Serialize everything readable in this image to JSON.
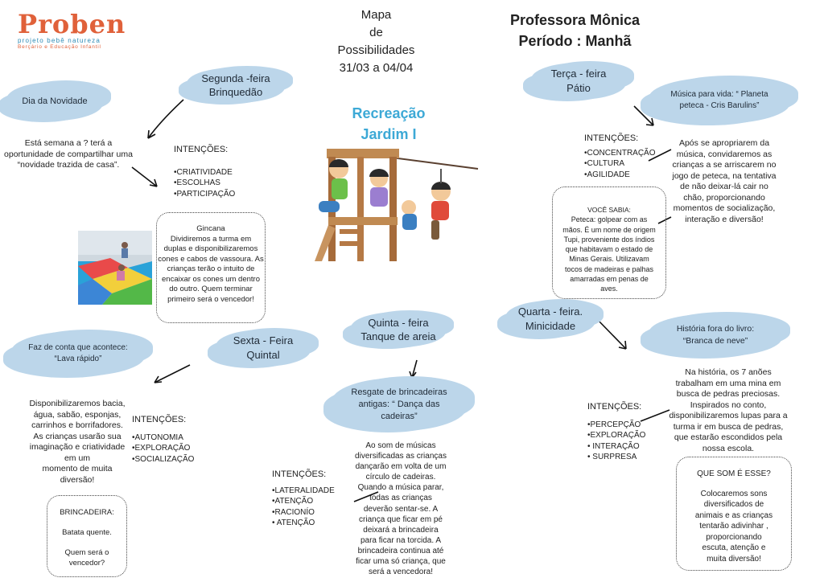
{
  "logo": {
    "name": "Proben",
    "line1": "projeto bebê natureza",
    "line2": "Berçário e Educação Infantil"
  },
  "map_title": [
    "Mapa",
    "de",
    "Possibilidades",
    "31/03 a 04/04"
  ],
  "teacher": "Professora Mônica",
  "period": "Período : Manhã",
  "center_title": [
    "Recreação",
    "Jardim I"
  ],
  "monday": {
    "day": [
      "Segunda -feira",
      "Brinquedão"
    ],
    "cloud": "Dia da Novidade",
    "text": [
      "Está semana a ?  terá a",
      "oportunidade de compartilhar uma",
      "“novidade trazida de casa”."
    ],
    "intent_title": "INTENÇÕES:",
    "intents": [
      "•CRIATIVIDADE",
      "•ESCOLHAS",
      "•PARTICIPAÇÃO"
    ],
    "box": {
      "title": "Gincana",
      "text": [
        "Dividiremos a turma em",
        "duplas e disponibilizaremos",
        "cones e cabos de vassoura. As",
        "crianças terão o intuito de",
        "encaixar os cones um dentro",
        "do outro. Quem terminar",
        "primeiro será o vencedor!"
      ]
    }
  },
  "tuesday": {
    "day": [
      "Terça - feira",
      "Pátio"
    ],
    "cloud": [
      "Música para vida: “ Planeta",
      "peteca - Cris Barulins”"
    ],
    "intent_title": "INTENÇÕES:",
    "intents": [
      "•CONCENTRAÇÃO",
      "•CULTURA",
      "•AGILIDADE"
    ],
    "text": [
      "Após se apropriarem da",
      "música, convidaremos as",
      "crianças a se arriscarem no",
      "jogo de peteca, na tentativa",
      "de não deixar-lá cair no",
      "chão, proporcionando",
      "momentos de socialização,",
      "interação e diversão!"
    ],
    "box": {
      "title": "VOCÊ SABIA:",
      "text": [
        "Peteca: golpear com as",
        "mãos. É um nome de origem",
        "Tupi, proveniente dos índios",
        "que habitavam o estado de",
        "Minas Gerais. Utilizavam",
        "tocos de madeiras e palhas",
        "amarradas em penas de",
        "aves."
      ]
    }
  },
  "wednesday": {
    "day": [
      "Quarta - feira.",
      "Minicidade"
    ],
    "cloud": [
      "História fora do livro:",
      "“Branca de neve”"
    ],
    "text": [
      "Na história, os 7 anões",
      "trabalham em uma mina em",
      "busca de pedras preciosas.",
      "Inspirados no conto,",
      "disponibilizaremos lupas para a",
      "turma ir em busca de pedras,",
      "que estarão escondidos pela",
      "nossa escola."
    ],
    "intent_title": "INTENÇÕES:",
    "intents": [
      "•PERCEPÇÃO",
      "•EXPLORAÇÃO",
      "• INTERAÇÃO",
      "• SURPRESA"
    ],
    "box": {
      "title": "QUE SOM É ESSE?",
      "text": [
        "Colocaremos sons",
        "diversificados de",
        "animais e as crianças",
        "tentarão adivinhar ,",
        "proporcionando",
        "escuta, atenção e",
        "muita diversão!"
      ]
    }
  },
  "thursday": {
    "day": [
      "Quinta - feira",
      "Tanque de areia"
    ],
    "cloud": [
      "Resgate de brincadeiras",
      "antigas: “ Dança das",
      "cadeiras”"
    ],
    "text": [
      "Ao som de músicas",
      "diversificadas as crianças",
      "dançarão em volta de um",
      "círculo de cadeiras.",
      "Quando a música parar,",
      "todas as crianças",
      "deverão sentar-se. A",
      "criança que ficar em pé",
      "deixará a brincadeira",
      "para ficar na torcida. A",
      "brincadeira continua até",
      "ficar uma só criança, que",
      "será a vencedora!"
    ],
    "intent_title": "INTENÇÕES:",
    "intents": [
      "•LATERALIDADE",
      "•ATENÇÃO",
      "•RACIONÍO",
      "• ATENÇÃO"
    ]
  },
  "friday": {
    "day": [
      "Sexta - Feira",
      "Quintal"
    ],
    "cloud": [
      "Faz de conta que acontece:",
      "“Lava rápido”"
    ],
    "text": [
      "Disponibilizaremos bacia,",
      "água, sabão, esponjas,",
      "carrinhos e borrifadores.",
      "As crianças usarão sua",
      "imaginação e criatividade",
      "em um",
      "momento de muita",
      "diversão!"
    ],
    "intent_title": "INTENÇÕES:",
    "intents": [
      "•AUTONOMIA",
      "•EXPLORAÇÃO",
      "•SOCIALIZAÇÃO"
    ],
    "box": {
      "title": "BRINCADEIRA:",
      "line1": "Batata quente.",
      "line2": "Quem será o",
      "line3": "vencedor?"
    }
  }
}
